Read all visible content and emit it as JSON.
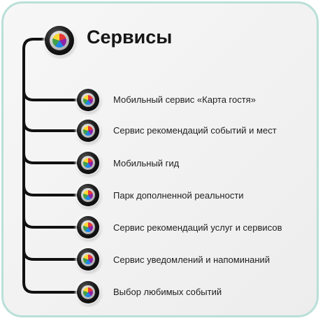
{
  "title": "Сервисы",
  "items": [
    {
      "label": "Мобильный сервис «Карта гостя»"
    },
    {
      "label": "Сервис рекомендаций событий и мест"
    },
    {
      "label": "Мобильный гид"
    },
    {
      "label": "Парк дополненной реальности"
    },
    {
      "label": "Сервис рекомендаций услуг и сервисов"
    },
    {
      "label": "Сервис уведомлений и напоминаний"
    },
    {
      "label": "Выбор любимых событий"
    }
  ],
  "colors": {
    "border": "#b9dfd8",
    "background": "#f1f1f1",
    "connector": "#111111",
    "text": "#1e1e1e"
  }
}
